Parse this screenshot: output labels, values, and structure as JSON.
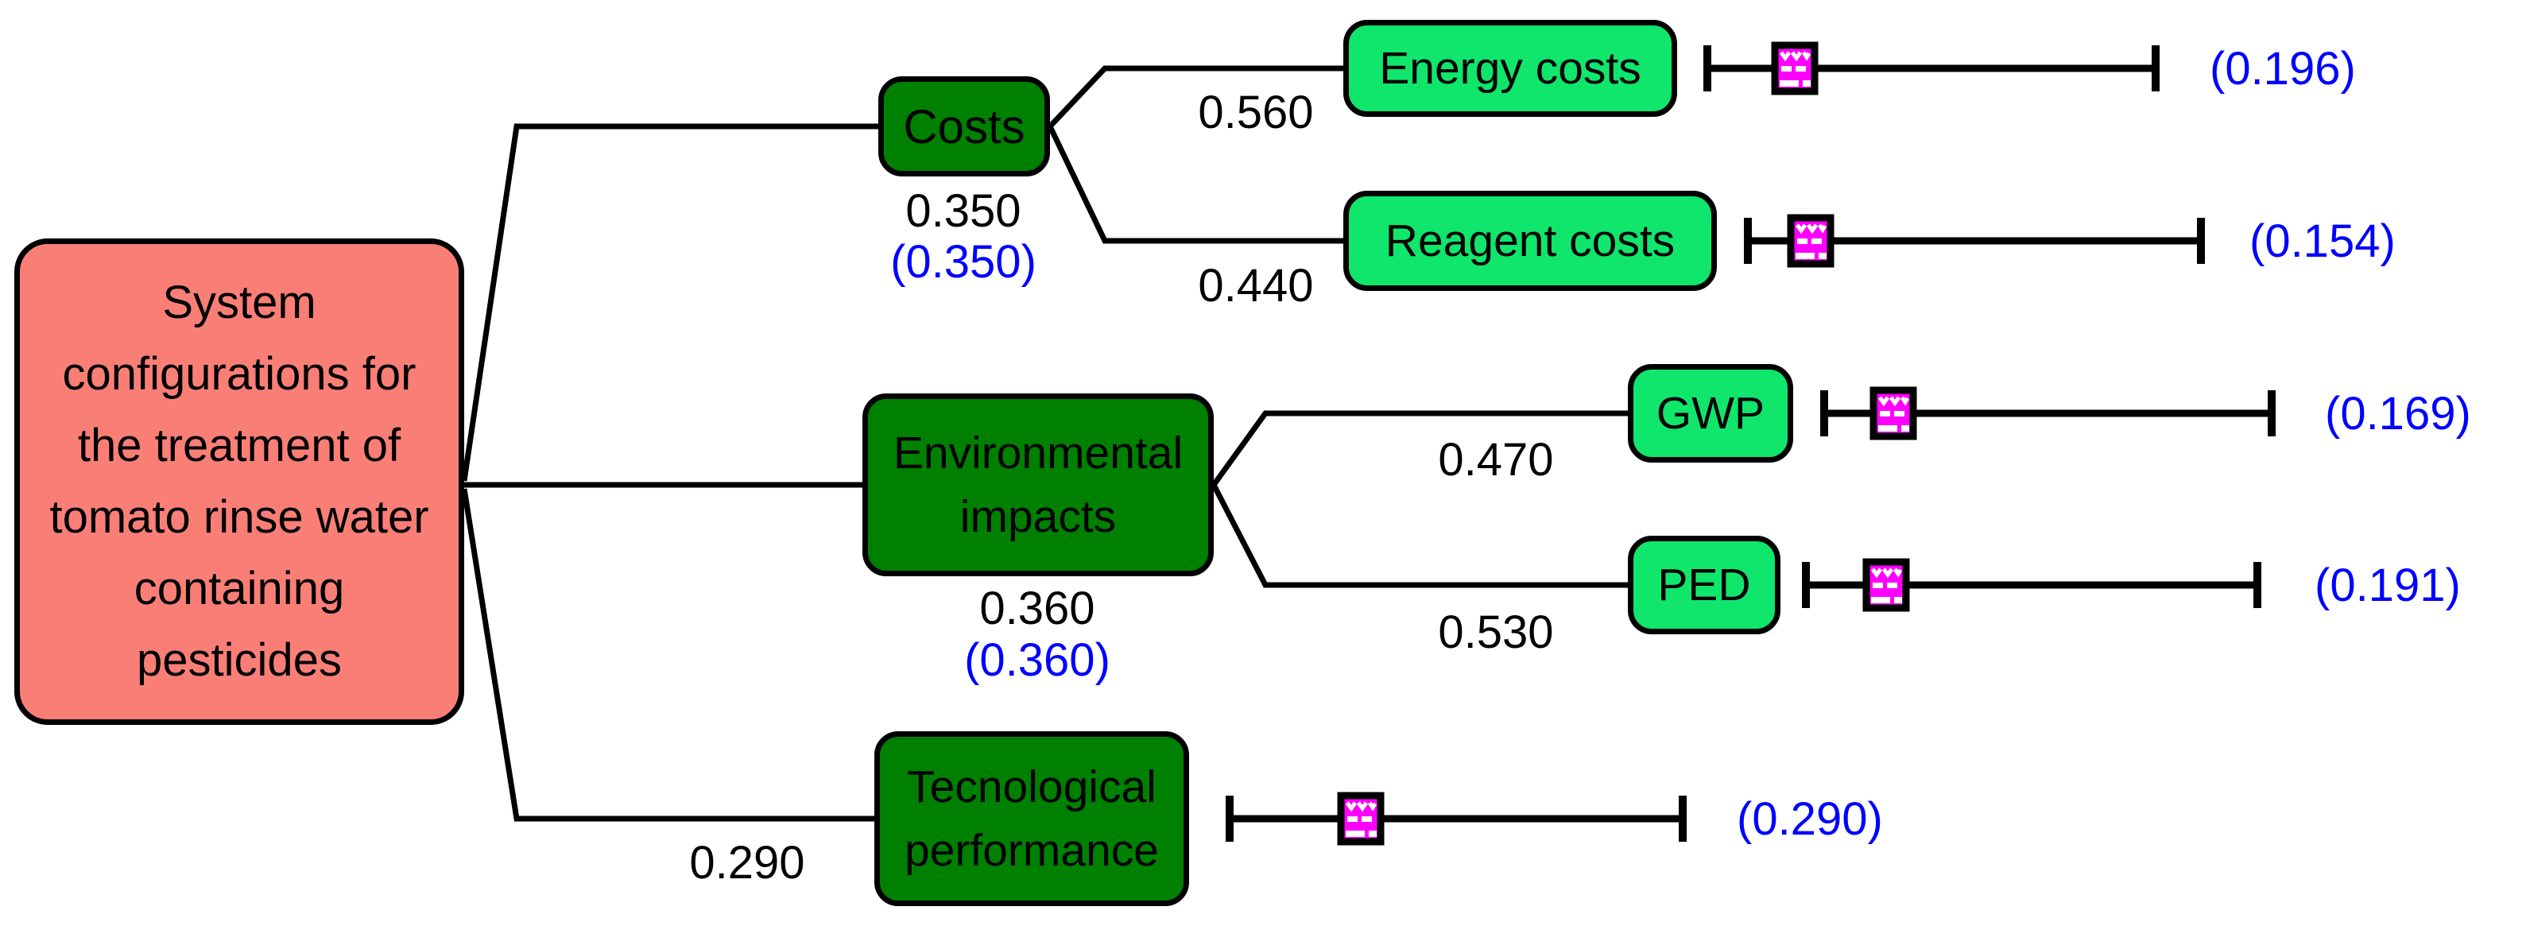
{
  "root": {
    "label_lines": [
      "System",
      "configurations for",
      "the treatment of",
      "tomato rinse water",
      "containing",
      "pesticides"
    ],
    "label": "System configurations for the treatment of tomato rinse water containing pesticides"
  },
  "criteria": [
    {
      "label": "Costs",
      "local_weight": "0.350",
      "cumulative_weight": "(0.350)"
    },
    {
      "label": "Environmental impacts",
      "label_lines": [
        "Environmental",
        "impacts"
      ],
      "local_weight": "0.360",
      "cumulative_weight": "(0.360)"
    },
    {
      "label": "Tecnological performance",
      "label_lines": [
        "Tecnological",
        "performance"
      ],
      "branch_weight": "0.290",
      "result": "(0.290)"
    }
  ],
  "subcriteria": [
    {
      "parent": "Costs",
      "label": "Energy costs",
      "branch_weight": "0.560",
      "result": "(0.196)"
    },
    {
      "parent": "Costs",
      "label": "Reagent costs",
      "branch_weight": "0.440",
      "result": "(0.154)"
    },
    {
      "parent": "Environmental impacts",
      "label": "GWP",
      "branch_weight": "0.470",
      "result": "(0.169)"
    },
    {
      "parent": "Environmental impacts",
      "label": "PED",
      "branch_weight": "0.530",
      "result": "(0.191)"
    }
  ],
  "icons": {
    "distribution_icon": "magenta square with white histogram marks shown on each result range bar"
  },
  "colors": {
    "root_fill": "#F97F76",
    "criterion_fill": "#008000",
    "subcriterion_fill": "#10E56C",
    "value_text": "#0000FF",
    "icon_fill": "#FF00FF",
    "line": "#000000"
  }
}
